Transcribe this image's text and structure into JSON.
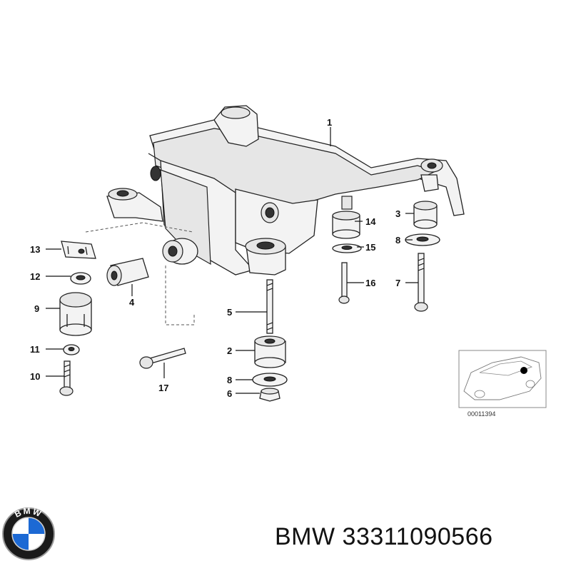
{
  "callouts": {
    "c1": "1",
    "c2": "2",
    "c3": "3",
    "c4": "4",
    "c5": "5",
    "c6": "6",
    "c7": "7",
    "c8a": "8",
    "c8b": "8",
    "c9": "9",
    "c10": "10",
    "c11": "11",
    "c12": "12",
    "c13": "13",
    "c14": "14",
    "c15": "15",
    "c16": "16",
    "c17": "17"
  },
  "inset": {
    "reference_code": "00011394"
  },
  "footer": {
    "brand": "BMW",
    "part_number": "33311090566",
    "logo_letters": "BMW"
  },
  "colors": {
    "logo_blue": "#1c69d4",
    "logo_ring": "#1a1a1a",
    "line": "#111111"
  }
}
